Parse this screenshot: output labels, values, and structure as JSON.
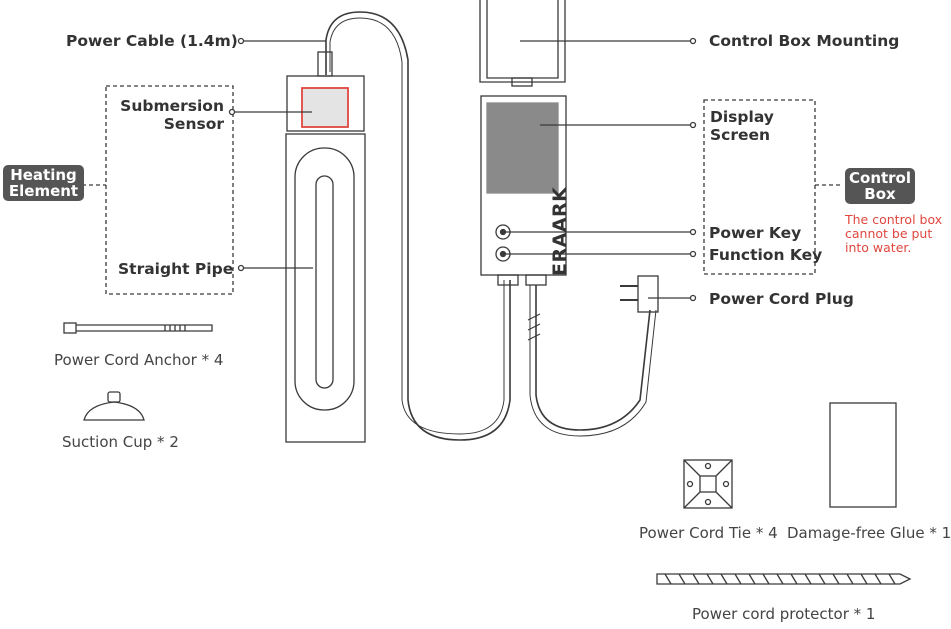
{
  "labels": {
    "power_cable": "Power Cable (1.4m)",
    "submersion_sensor_line1": "Submersion",
    "submersion_sensor_line2": "Sensor",
    "straight_pipe": "Straight Pipe",
    "control_box_mounting": "Control Box Mounting",
    "display_screen_line1": "Display",
    "display_screen_line2": "Screen",
    "power_key": "Power Key",
    "function_key": "Function Key",
    "power_cord_plug": "Power Cord Plug"
  },
  "group_tags": {
    "heating_element_line1": "Heating",
    "heating_element_line2": "Element",
    "control_box_line1": "Control",
    "control_box_line2": "Box"
  },
  "warning_note": {
    "line1": "The control box",
    "line2": "cannot be put",
    "line3": "into water."
  },
  "brand": "ERAARK",
  "accessories": {
    "anchor": "Power Cord Anchor * 4",
    "suction_cup": "Suction Cup * 2",
    "cord_tie": "Power Cord Tie * 4",
    "glue": "Damage-free Glue * 1",
    "protector": "Power cord protector * 1"
  },
  "colors": {
    "line": "#3a3a3a",
    "screen": "#8a8a8a",
    "sensor_border": "#e0473f",
    "tag_bg": "#555555",
    "warning": "#e0473f"
  }
}
